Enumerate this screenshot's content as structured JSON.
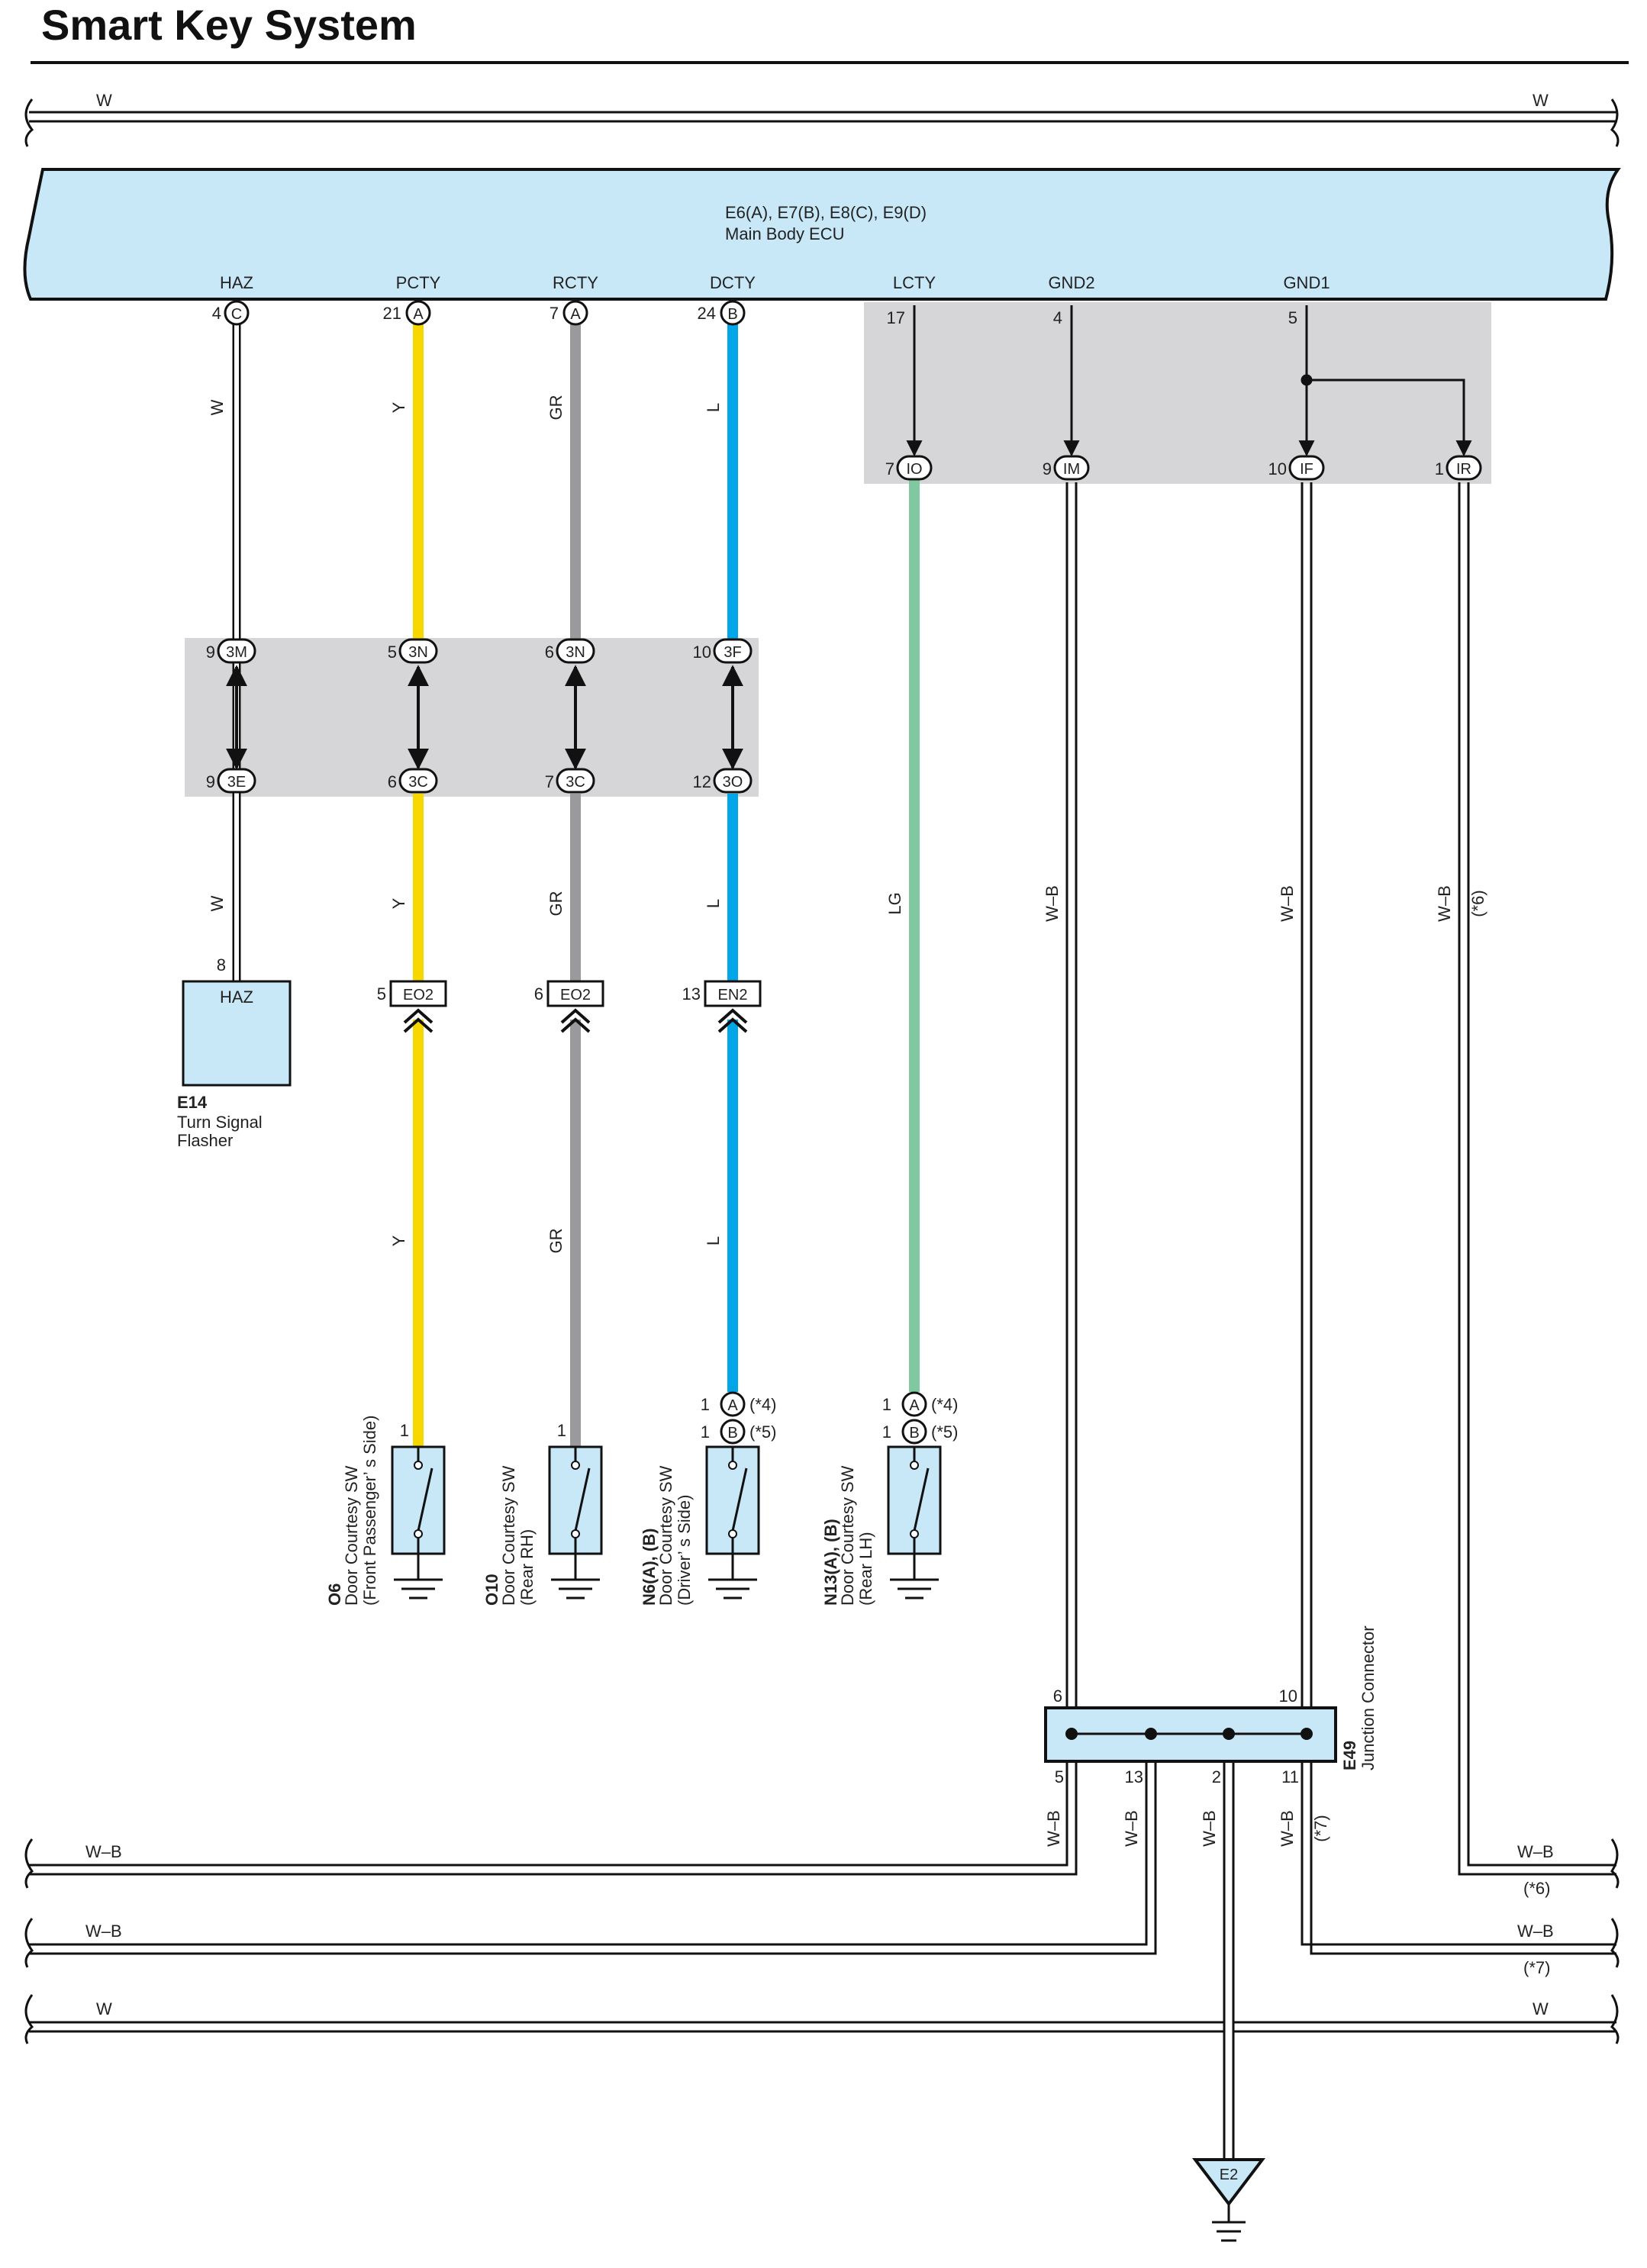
{
  "title": "Smart Key System",
  "bus_top": {
    "left_label": "W",
    "right_label": "W"
  },
  "ecu": {
    "code": "E6(A), E7(B), E8(C), E9(D)",
    "name": "Main Body ECU",
    "terminals": {
      "haz": {
        "name": "HAZ",
        "pin": "4",
        "conn": "C"
      },
      "pcty": {
        "name": "PCTY",
        "pin": "21",
        "conn": "A"
      },
      "rcty": {
        "name": "RCTY",
        "pin": "7",
        "conn": "A"
      },
      "dcty": {
        "name": "DCTY",
        "pin": "24",
        "conn": "B"
      },
      "lcty": {
        "name": "LCTY",
        "pin": "17"
      },
      "gnd2": {
        "name": "GND2",
        "pin": "4"
      },
      "gnd1": {
        "name": "GND1",
        "pin": "5"
      }
    }
  },
  "junction_block_1": {
    "io": {
      "pin": "7",
      "conn": "IO"
    },
    "im": {
      "pin": "9",
      "conn": "IM"
    },
    "if": {
      "pin": "10",
      "conn": "IF"
    },
    "ir": {
      "pin": "1",
      "conn": "IR"
    }
  },
  "junction_block_2": {
    "upper": [
      {
        "pin": "9",
        "conn": "3M"
      },
      {
        "pin": "5",
        "conn": "3N"
      },
      {
        "pin": "6",
        "conn": "3N"
      },
      {
        "pin": "10",
        "conn": "3F"
      }
    ],
    "lower": [
      {
        "pin": "9",
        "conn": "3E"
      },
      {
        "pin": "6",
        "conn": "3C"
      },
      {
        "pin": "7",
        "conn": "3C"
      },
      {
        "pin": "12",
        "conn": "3O"
      }
    ]
  },
  "wire_colors": {
    "w": "W",
    "y": "Y",
    "gr": "GR",
    "l": "L",
    "lg": "LG",
    "wb": "W–B",
    "note6": "(*6)",
    "note7": "(*7)"
  },
  "connectors": {
    "eo2_a": {
      "pin": "5",
      "code": "EO2"
    },
    "eo2_b": {
      "pin": "6",
      "code": "EO2"
    },
    "en2": {
      "pin": "13",
      "code": "EN2"
    }
  },
  "haz_box": {
    "label": "HAZ",
    "pin": "8",
    "code": "E14",
    "line1": "Turn Signal",
    "line2": "Flasher"
  },
  "components": {
    "o6": {
      "code": "O6",
      "line1": "Door Courtesy SW",
      "line2": "(Front Passenger’ s Side)",
      "pin": "1"
    },
    "o10": {
      "code": "O10",
      "line1": "Door Courtesy SW",
      "line2": "(Rear RH)",
      "pin": "1"
    },
    "n6": {
      "code": "N6(A), (B)",
      "line1": "Door Courtesy SW",
      "line2": "(Driver’ s Side)",
      "pin_a": "1",
      "conn_a": "A",
      "note_a": "(*4)",
      "pin_b": "1",
      "conn_b": "B",
      "note_b": "(*5)"
    },
    "n13": {
      "code": "N13(A), (B)",
      "line1": "Door Courtesy SW",
      "line2": "(Rear LH)",
      "pin_a": "1",
      "conn_a": "A",
      "note_a": "(*4)",
      "pin_b": "1",
      "conn_b": "B",
      "note_b": "(*5)"
    }
  },
  "junction_connector": {
    "code": "E49",
    "name": "Junction Connector",
    "pin_top_left": "6",
    "pin_top_right": "10",
    "pins_bottom": [
      "5",
      "13",
      "2",
      "11"
    ]
  },
  "bus_rows": [
    {
      "left": "W–B",
      "right": "W–B",
      "right_note": "(*6)"
    },
    {
      "left": "W–B",
      "right": "W–B",
      "right_note": "(*7)"
    },
    {
      "left": "W",
      "right": "W"
    }
  ],
  "ground": {
    "label": "E2"
  },
  "colors": {
    "ecu_fill": "#c8e8f8",
    "junction_gray": "#d6d6d8",
    "yellow": "#f6d800",
    "gray": "#9a9a9c",
    "blue": "#00a6e8",
    "green": "#80c8a0"
  }
}
